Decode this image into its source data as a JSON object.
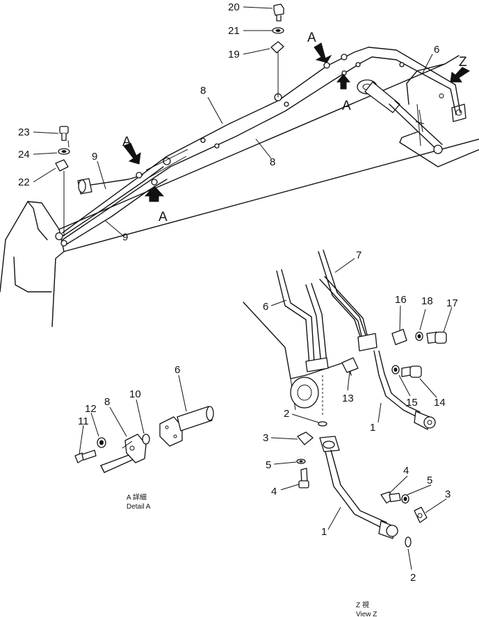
{
  "callouts": {
    "n20": "20",
    "n21": "21",
    "n19": "19",
    "n6_top": "6",
    "n8_a": "8",
    "n8_b": "8",
    "n23": "23",
    "n24": "24",
    "n22": "22",
    "n9_a": "9",
    "n9_b": "9",
    "n7": "7",
    "n6_z": "6",
    "n16": "16",
    "n18": "18",
    "n17": "17",
    "n13": "13",
    "n15": "15",
    "n14": "14",
    "n2_a": "2",
    "n3_a": "3",
    "n5_a": "5",
    "n4_a": "4",
    "n1_a": "1",
    "n1_b": "1",
    "n4_b": "4",
    "n5_b": "5",
    "n3_b": "3",
    "n2_b": "2",
    "n11": "11",
    "n12": "12",
    "n8_d": "8",
    "n10": "10",
    "n6_d": "6"
  },
  "view_markers": {
    "a1": "A",
    "a2": "A",
    "a3": "A",
    "a4": "A",
    "z": "Z"
  },
  "captions": {
    "detail_a_native": "A 詳細",
    "detail_a": "Detail A",
    "view_z_native": "Z 視",
    "view_z": "View Z"
  }
}
